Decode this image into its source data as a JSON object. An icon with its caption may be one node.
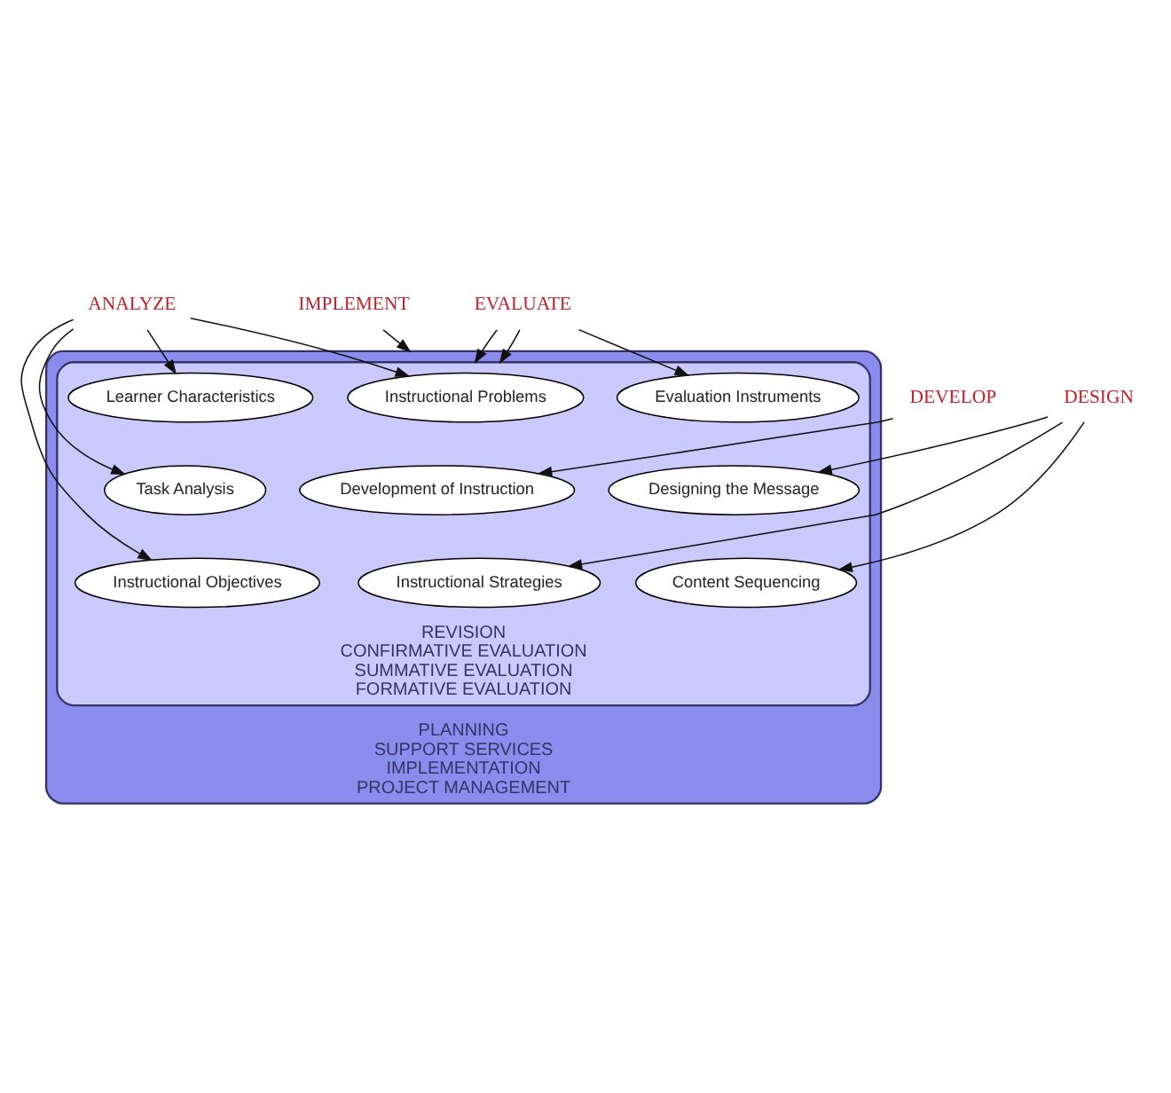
{
  "diagram": {
    "nodes": [
      {
        "text": [
          "PLANNING",
          "SUPPORT SERVICES",
          "IMPLEMENTATION",
          "PROJECT MANAGEMENT"
        ]
      },
      {
        "text": [
          "REVISION",
          "CONFIRMATIVE EVALUATION",
          "SUMMATIVE EVALUATION",
          "FORMATIVE EVALUATION"
        ],
        "in": 0
      },
      {
        "text": [
          "Instructional Problems"
        ],
        "in": 1
      },
      {
        "text": [
          "Evaluation Instruments"
        ],
        "in": 1
      },
      {
        "text": [
          "Learner Characteristics"
        ],
        "in": 1
      },
      {
        "text": [
          "Development of Instruction"
        ],
        "in": 1
      },
      {
        "text": [
          "Task Analysis"
        ],
        "in": 1
      },
      {
        "text": [
          "Designing the Message"
        ],
        "in": 1
      },
      {
        "text": [
          "Instructional Objectives"
        ],
        "in": 1
      },
      {
        "text": [
          "Instructional Strategies"
        ],
        "in": 1
      },
      {
        "text": [
          "Content Sequencing"
        ],
        "in": 1
      },
      {
        "text": [
          "ANALYZE"
        ]
      },
      {
        "text": [
          "DEVELOP"
        ]
      },
      {
        "text": [
          "EVALUATE"
        ]
      },
      {
        "text": [
          "DESIGN"
        ]
      },
      {
        "text": [
          "IMPLEMENT"
        ]
      }
    ],
    "edges": [
      {
        "from": 11,
        "to": 2,
        "arrow": "to"
      },
      {
        "from": 11,
        "to": 4,
        "arrow": "to"
      },
      {
        "from": 11,
        "to": 6,
        "arrow": "to"
      },
      {
        "from": 11,
        "to": 8,
        "arrow": "to"
      },
      {
        "from": 12,
        "to": 5,
        "arrow": "to"
      },
      {
        "from": 13,
        "to": 3,
        "arrow": "to"
      },
      {
        "from": 13,
        "to": 1,
        "arrow": "to"
      },
      {
        "from": 13,
        "to": 1,
        "arrow": "to"
      },
      {
        "from": 14,
        "to": 7,
        "arrow": "to"
      },
      {
        "from": 14,
        "to": 9,
        "arrow": "to"
      },
      {
        "from": 14,
        "to": 10,
        "arrow": "to"
      },
      {
        "from": 15,
        "to": 0,
        "arrow": "to"
      }
    ]
  }
}
